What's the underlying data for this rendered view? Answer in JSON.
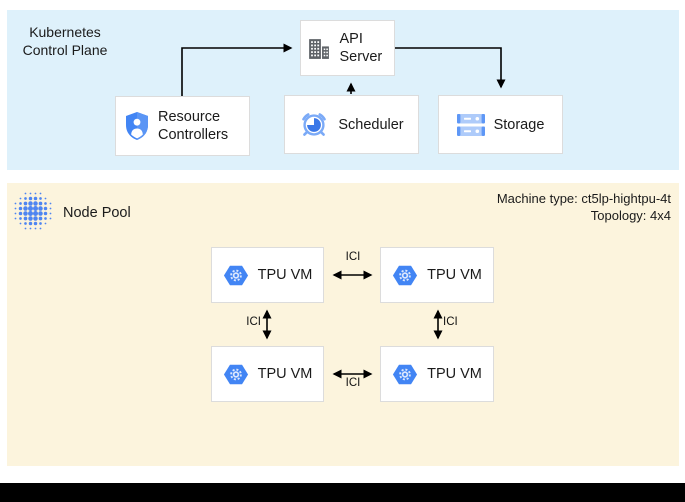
{
  "control_plane": {
    "title": "Kubernetes Control Plane",
    "boxes": {
      "api_server": {
        "label": "API Server"
      },
      "resource_controllers": {
        "label": "Resource Controllers"
      },
      "scheduler": {
        "label": "Scheduler"
      },
      "storage": {
        "label": "Storage"
      }
    }
  },
  "node_pool": {
    "title": "Node Pool",
    "machine_type": "Machine type: ct5lp-hightpu-4t",
    "topology": "Topology: 4x4",
    "vms": [
      {
        "label": "TPU VM"
      },
      {
        "label": "TPU VM"
      },
      {
        "label": "TPU VM"
      },
      {
        "label": "TPU VM"
      }
    ],
    "interconnect_label": "ICI"
  },
  "colors": {
    "control_plane_bg": "#def1fb",
    "node_pool_bg": "#fcf4dd",
    "google_blue": "#4285f4",
    "clock_blue": "#3b78e8",
    "light_blue": "#7baaf7",
    "pale_blue": "#aecbfa",
    "icon_gray": "#5f6368",
    "arrow": "#000000"
  }
}
